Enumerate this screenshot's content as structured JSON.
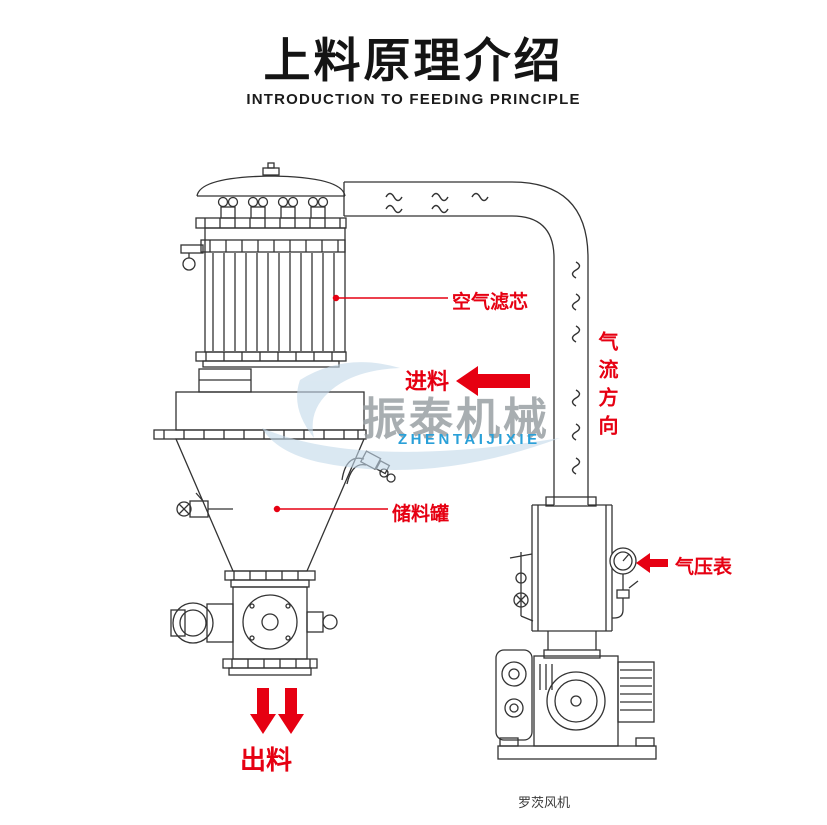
{
  "header": {
    "title": "上料原理介绍",
    "subtitle": "INTRODUCTION TO FEEDING PRINCIPLE"
  },
  "diagram": {
    "labels": {
      "air_filter": "空气滤芯",
      "feed": "进料",
      "storage_tank": "储料罐",
      "airflow_direction": "气流方向",
      "pressure_gauge": "气压表",
      "discharge": "出料",
      "roots_blower": "罗茨风机"
    }
  },
  "watermark": {
    "brand_cn": "振泰机械",
    "brand_en": "ZHENTAIJIXIE"
  },
  "colors": {
    "accent_red": "#e60012",
    "line_color": "#333333",
    "watermark_blue": "#2aa0d8",
    "watermark_gray": "#9aa0a4",
    "watermark_swoosh": "#c3d9ea"
  }
}
